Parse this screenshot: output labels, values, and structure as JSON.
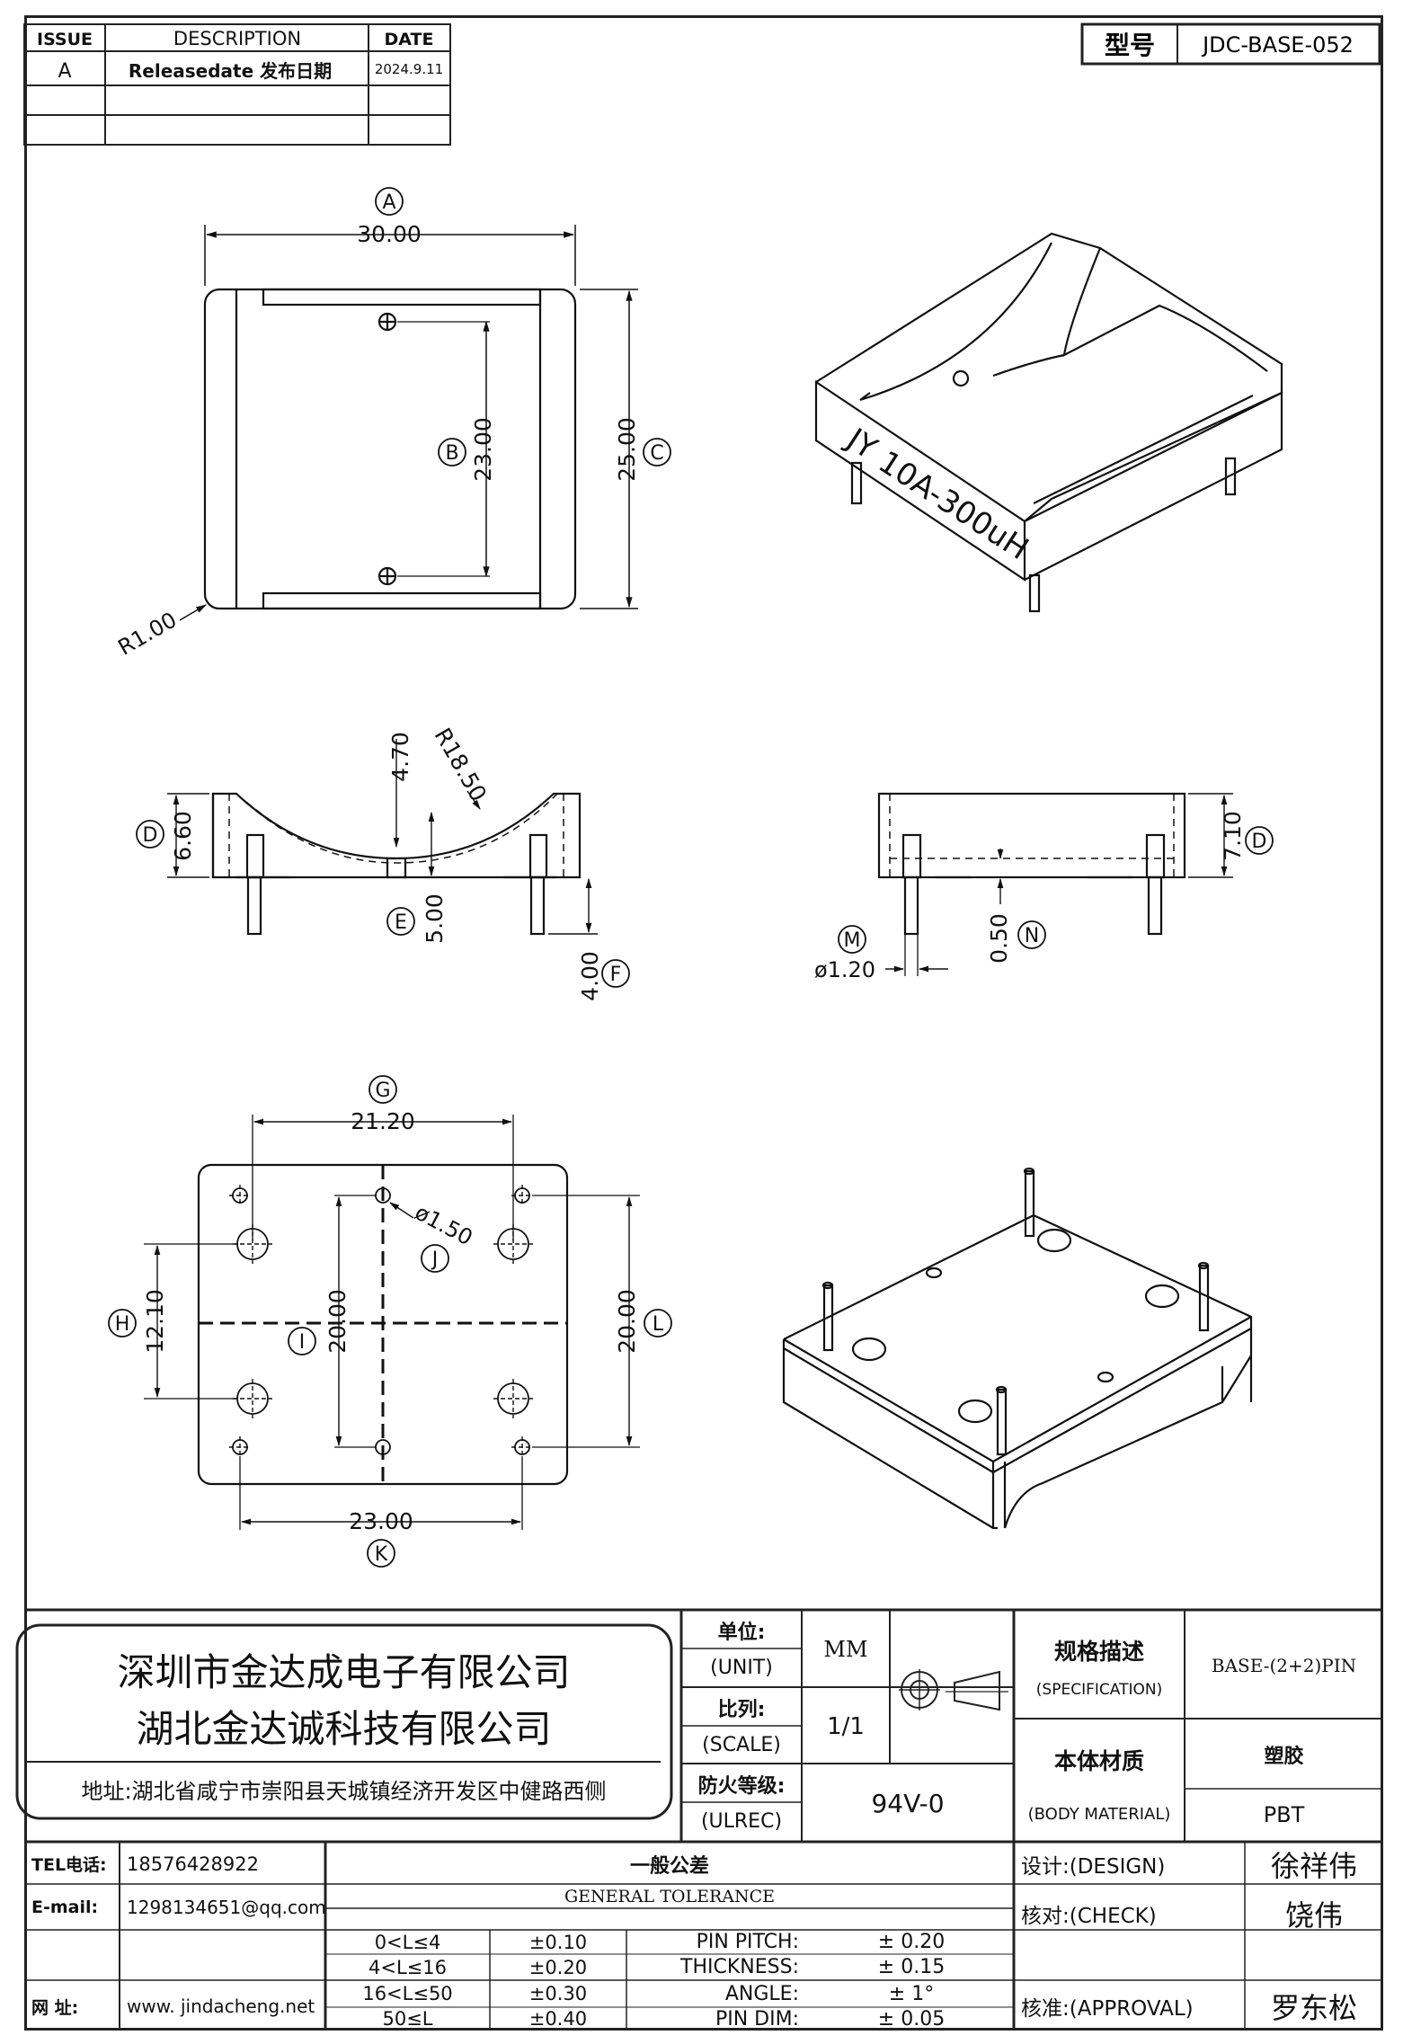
{
  "revision_table": {
    "headers": [
      "ISSUE",
      "DESCRIPTION",
      "DATE"
    ],
    "rows": [
      [
        "A",
        "Releasedate 发布日期",
        "2024.9.11"
      ],
      [
        "",
        "",
        ""
      ],
      [
        "",
        "",
        ""
      ]
    ]
  },
  "model_box": {
    "label": "型号",
    "value": "JDC-BASE-052"
  },
  "dimensions": {
    "a_label": "A",
    "a_value": "30.00",
    "b_label": "B",
    "b_value": "23.00",
    "c_label": "C",
    "c_value": "25.00",
    "r1_value": "R1.00",
    "d_label": "D",
    "d_value": "6.60",
    "h470_value": "4.70",
    "r1850_value": "R18.50",
    "e_label": "E",
    "e_value": "5.00",
    "f_label": "F",
    "f_value": "4.00",
    "d2_label": "D",
    "d2_value": "7.10",
    "m_label": "M",
    "m_value": "ø1.20",
    "n_label": "N",
    "n_value": "0.50",
    "g_label": "G",
    "g_value": "21.20",
    "j_label": "J",
    "j_value": "ø1.50",
    "h_label": "H",
    "h_value": "12.10",
    "i_label": "I",
    "i_value": "20.00",
    "l_label": "L",
    "l_value": "20.00",
    "k_label": "K",
    "k_value": "23.00"
  },
  "iso_marking": {
    "brand": "JY",
    "rating": "10A-300uH"
  },
  "title_block": {
    "company_1": "深圳市金达成电子有限公司",
    "company_2": "湖北金达诚科技有限公司",
    "address": "地址:湖北省咸宁市崇阳县天城镇经济开发区中健路西侧",
    "unit_label_cn": "单位:",
    "unit_label_en": "(UNIT)",
    "unit_value": "MM",
    "scale_label_cn": "比列:",
    "scale_label_en": "(SCALE)",
    "scale_value": "1/1",
    "ul_label_cn": "防火等级:",
    "ul_label_en": "(ULREC)",
    "ul_value": "94V-0",
    "spec_label_cn": "规格描述",
    "spec_label_en": "(SPECIFICATION)",
    "spec_value": "BASE-(2+2)PIN",
    "material_label_cn": "本体材质",
    "material_label_en": "(BODY MATERIAL)",
    "material_cn": "塑胶",
    "material_en": "PBT",
    "tel_label": "TEL电话:",
    "tel_value": "18576428922",
    "email_label": "E-mail:",
    "email_value": "1298134651@qq.com",
    "web_label": "网    址:",
    "web_value": "www. jindacheng.net",
    "tolerance_cn": "一般公差",
    "tolerance_en": "GENERAL  TOLERANCE",
    "tolerance_rows": [
      {
        "range": "0<L≤4",
        "tol": "±0.10",
        "item": "PIN  PITCH:",
        "item_tol": "±  0.20"
      },
      {
        "range": "4<L≤16",
        "tol": "±0.20",
        "item": "THICKNESS:",
        "item_tol": "±  0.15"
      },
      {
        "range": "16<L≤50",
        "tol": "±0.30",
        "item": "ANGLE:",
        "item_tol": "±  1°"
      },
      {
        "range": "50≤L",
        "tol": "±0.40",
        "item": "PIN  DIM:",
        "item_tol": "±  0.05"
      }
    ],
    "design_label": "设计:(DESIGN)",
    "design_name": "徐祥伟",
    "check_label": "核对:(CHECK)",
    "check_name": "饶伟",
    "approval_label": "核准:(APPROVAL)",
    "approval_name": "罗东松"
  }
}
